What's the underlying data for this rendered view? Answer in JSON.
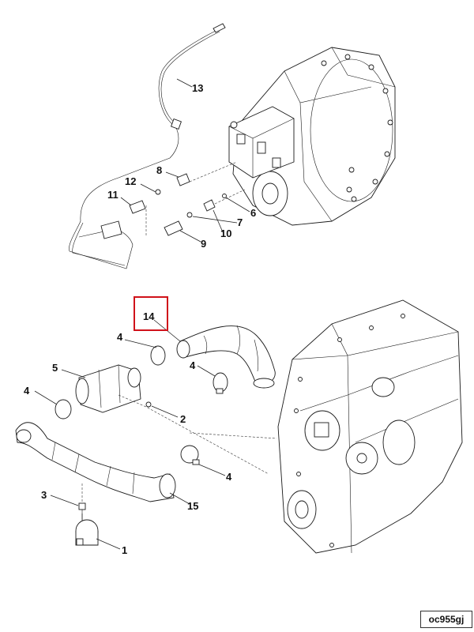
{
  "callouts": {
    "c1": "1",
    "c2": "2",
    "c3": "3",
    "c4a": "4",
    "c4b": "4",
    "c4c": "4",
    "c4d": "4",
    "c5": "5",
    "c6": "6",
    "c7": "7",
    "c8": "8",
    "c9": "9",
    "c10": "10",
    "c11": "11",
    "c12": "12",
    "c13": "13",
    "c14": "14",
    "c15": "15"
  },
  "highlighted_callout": "14",
  "highlight_color": "#d0121a",
  "reference_code": "oc955gj"
}
